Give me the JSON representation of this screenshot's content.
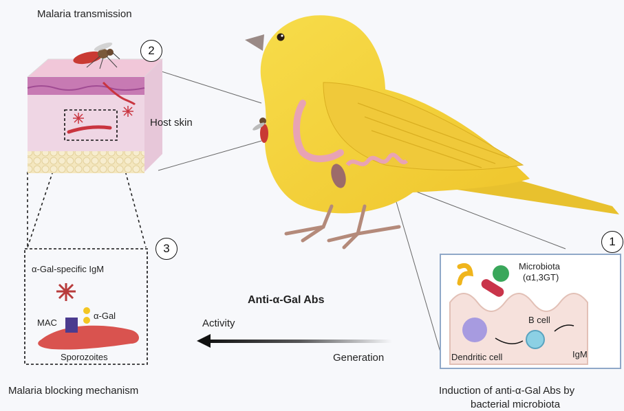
{
  "diagram": {
    "malaria_transmission": "Malaria transmission",
    "host_skin": "Host skin",
    "malaria_blocking": "Malaria blocking mechanism",
    "induction_line1": "Induction of anti-α-Gal Abs by",
    "induction_line2": "bacterial microbiota",
    "center_title": "Anti-α-Gal Abs",
    "activity": "Activity",
    "generation": "Generation",
    "steps": [
      "1",
      "2",
      "3"
    ],
    "inset_mechanism": {
      "igm": "α-Gal-specific IgM",
      "agal": "α-Gal",
      "mac": "MAC",
      "sporozoites": "Sporozoites"
    },
    "inset_gut": {
      "microbiota": "Microbiota",
      "enzyme": "(α1,3GT)",
      "bcell": "B cell",
      "dendritic": "Dendritic cell",
      "igm": "IgM"
    },
    "colors": {
      "bird": "#f5d43c",
      "skin": "#efcfe0",
      "fat": "#f2e3b5",
      "parasite": "#c9343f",
      "inset_border": "#8fa8c8",
      "arrow": "#111111"
    },
    "icons": [
      "mosquito-icon",
      "bird-icon",
      "antibody-icon",
      "bacteria-icon",
      "cell-icon"
    ]
  }
}
